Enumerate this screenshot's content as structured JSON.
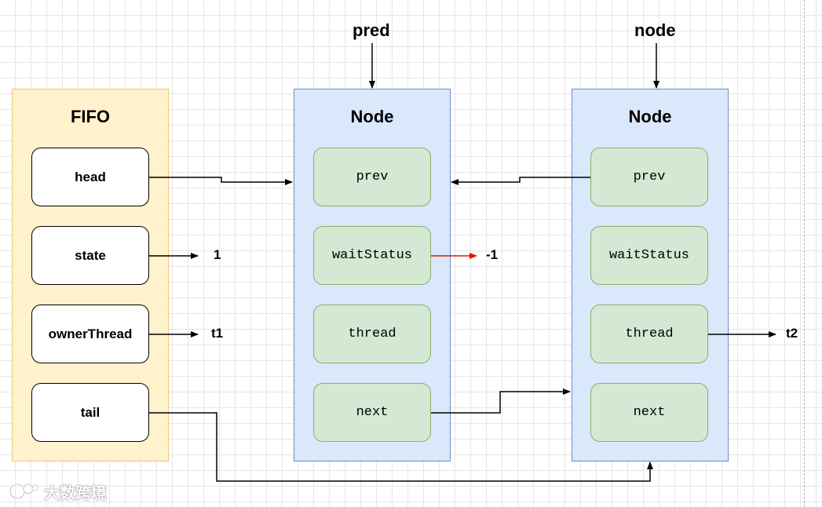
{
  "fifo": {
    "title": "FIFO",
    "fields": [
      "head",
      "state",
      "ownerThread",
      "tail"
    ]
  },
  "pred_node": {
    "pointer_label": "pred",
    "title": "Node",
    "fields": [
      "prev",
      "waitStatus",
      "thread",
      "next"
    ]
  },
  "cur_node": {
    "pointer_label": "node",
    "title": "Node",
    "fields": [
      "prev",
      "waitStatus",
      "thread",
      "next"
    ]
  },
  "values": {
    "state": "1",
    "owner_thread": "t1",
    "wait_status": "-1",
    "node_thread": "t2"
  },
  "colors": {
    "fifo_fill": "#fff2cc",
    "node_fill": "#dae8fc",
    "field_fill": "#d5e8d4",
    "highlight_arrow": "#e51400"
  },
  "watermark": {
    "text": "大数跨境"
  }
}
